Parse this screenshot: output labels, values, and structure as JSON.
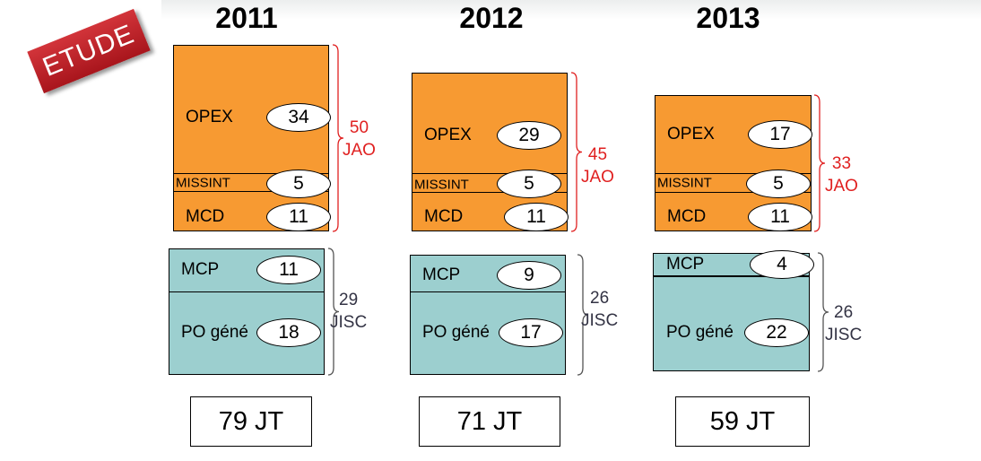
{
  "stamp": "ETUDE",
  "columns": [
    {
      "year": "2011",
      "opex": {
        "label": "OPEX",
        "value": "34"
      },
      "missint": {
        "label": "MISSINT",
        "value": "5"
      },
      "mcd": {
        "label": "MCD",
        "value": "11"
      },
      "jao": {
        "value": "50",
        "unit": "JAO"
      },
      "mcp": {
        "label": "MCP",
        "value": "11"
      },
      "pogene": {
        "label": "PO géné",
        "value": "18"
      },
      "jisc": {
        "value": "29",
        "unit": "JISC"
      },
      "total": "79 JT"
    },
    {
      "year": "2012",
      "opex": {
        "label": "OPEX",
        "value": "29"
      },
      "missint": {
        "label": "MISSINT",
        "value": "5"
      },
      "mcd": {
        "label": "MCD",
        "value": "11"
      },
      "jao": {
        "value": "45",
        "unit": "JAO"
      },
      "mcp": {
        "label": "MCP",
        "value": "9"
      },
      "pogene": {
        "label": "PO géné",
        "value": "17"
      },
      "jisc": {
        "value": "26",
        "unit": "JISC"
      },
      "total": "71 JT"
    },
    {
      "year": "2013",
      "opex": {
        "label": "OPEX",
        "value": "17"
      },
      "missint": {
        "label": "MISSINT",
        "value": "5"
      },
      "mcd": {
        "label": "MCD",
        "value": "11"
      },
      "jao": {
        "value": "33",
        "unit": "JAO"
      },
      "mcp": {
        "label": "MCP",
        "value": "4"
      },
      "pogene": {
        "label": "PO géné",
        "value": "22"
      },
      "jisc": {
        "value": "26",
        "unit": "JISC"
      },
      "total": "59 JT"
    }
  ],
  "colors": {
    "jao": "#e02020",
    "jisc": "#333344",
    "orange": "#f79a32",
    "teal": "#9ccfcf"
  }
}
